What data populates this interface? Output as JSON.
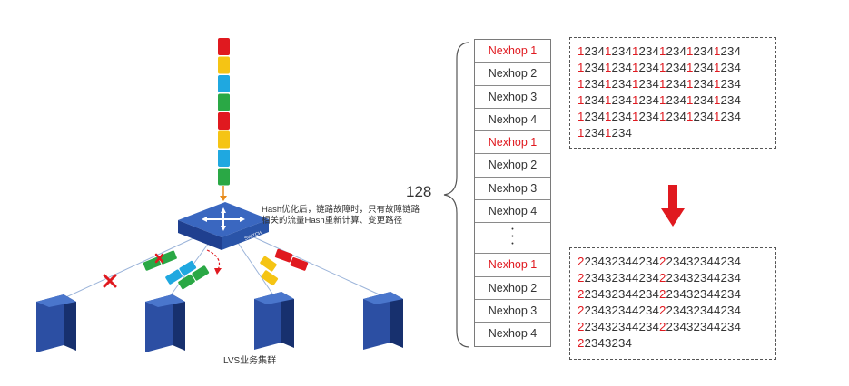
{
  "nexthop_table": {
    "rows": [
      {
        "label": "Nexhop 1",
        "highlight": true
      },
      {
        "label": "Nexhop 2",
        "highlight": false
      },
      {
        "label": "Nexhop 3",
        "highlight": false
      },
      {
        "label": "Nexhop 4",
        "highlight": false
      },
      {
        "label": "Nexhop 1",
        "highlight": true
      },
      {
        "label": "Nexhop 2",
        "highlight": false
      },
      {
        "label": "Nexhop 3",
        "highlight": false
      },
      {
        "label": "Nexhop 4",
        "highlight": false
      },
      {
        "label": "⋮",
        "highlight": false,
        "dots": true
      },
      {
        "label": "Nexhop 1",
        "highlight": true
      },
      {
        "label": "Nexhop 2",
        "highlight": false
      },
      {
        "label": "Nexhop 3",
        "highlight": false
      },
      {
        "label": "Nexhop 4",
        "highlight": false
      }
    ],
    "size_label": "128"
  },
  "before_sequence": {
    "lines": [
      "123412341234123412341234",
      "123412341234123412341234",
      "123412341234123412341234",
      "123412341234123412341234",
      "123412341234123412341234",
      "12341234"
    ],
    "highlight_digit": "1"
  },
  "after_sequence": {
    "lines": [
      "223432344234223432344234",
      "223432344234223432344234",
      "223432344234223432344234",
      "223432344234223432344234",
      "223432344234223432344234",
      "22343234"
    ],
    "highlight_digit": "2"
  },
  "switch": {
    "label": "SWITCH"
  },
  "annotation": "Hash优化后，链路故障时，只有故障链路相关的流量Hash重新计算、变更路径",
  "cluster_label": "LVS业务集群",
  "colors": {
    "red": "#e0191f",
    "yellow": "#f5c414",
    "cyan": "#1fa8e0",
    "green": "#2aa845",
    "switch_blue": "#2a54a8",
    "server_blue": "#1f3f8f"
  },
  "packet_stack": [
    "red",
    "yellow",
    "cyan",
    "green",
    "red",
    "yellow",
    "cyan",
    "green"
  ]
}
